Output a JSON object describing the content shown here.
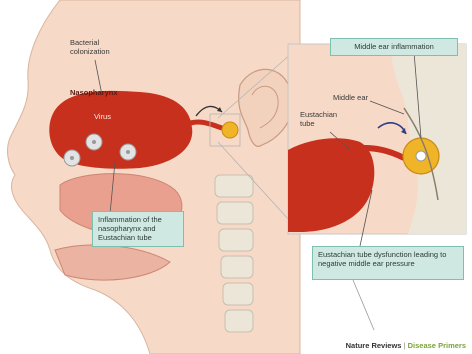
{
  "labels": {
    "bacterial_colonization": "Bacterial colonization",
    "nasopharynx": "Nasopharynx",
    "virus": "Virus",
    "middle_ear": "Middle ear",
    "eustachian_tube": "Eustachian tube"
  },
  "callouts": {
    "middle_ear_inflammation": "Middle ear inflammation",
    "nasopharynx_inflammation": "Inflammation of the nasopharynx and Eustachian tube",
    "tube_dysfunction": "Eustachian tube dysfunction leading to negative middle ear pressure"
  },
  "credit": {
    "journal": "Nature Reviews",
    "separator": "|",
    "subtitle": "Disease Primers"
  },
  "colors": {
    "skin": "#f6d9c6",
    "inflamed": "#c8301e",
    "bone": "#ece6d9",
    "callout_fill": "#cfe9e2",
    "accent_green": "#7aa33a"
  }
}
